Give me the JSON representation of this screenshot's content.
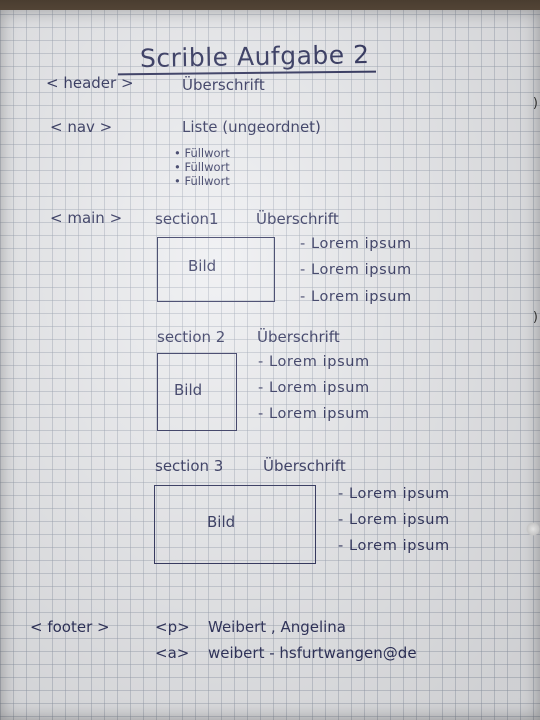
{
  "title": "Scrible Aufgabe 2",
  "header": {
    "tag": "< header >",
    "text": "Überschrift"
  },
  "nav": {
    "tag": "< nav >",
    "text": "Liste (ungeordnet)",
    "items": [
      "Füllwort",
      "Füllwort",
      "Füllwort"
    ]
  },
  "main": {
    "tag": "< main >"
  },
  "sections": [
    {
      "label": "section1",
      "heading": "Überschrift",
      "image": "Bild",
      "items": [
        "- Lorem ipsum",
        "- Lorem ipsum",
        "- Lorem ipsum"
      ]
    },
    {
      "label": "section 2",
      "heading": "Überschrift",
      "image": "Bild",
      "items": [
        "- Lorem ipsum",
        "- Lorem ipsum",
        "- Lorem ipsum"
      ]
    },
    {
      "label": "section 3",
      "heading": "Überschrift",
      "image": "Bild",
      "items": [
        "- Lorem ipsum",
        "- Lorem ipsum",
        "- Lorem ipsum"
      ]
    }
  ],
  "footer": {
    "tag": "< footer >",
    "p_tag": "<p>",
    "p_text": "Weibert , Angelina",
    "a_tag": "<a>",
    "a_text": "weibert - hsfurtwangen@de"
  },
  "colors": {
    "ink": "#1f2350",
    "paper": "#ecedf0",
    "grid": "#96a0af"
  }
}
